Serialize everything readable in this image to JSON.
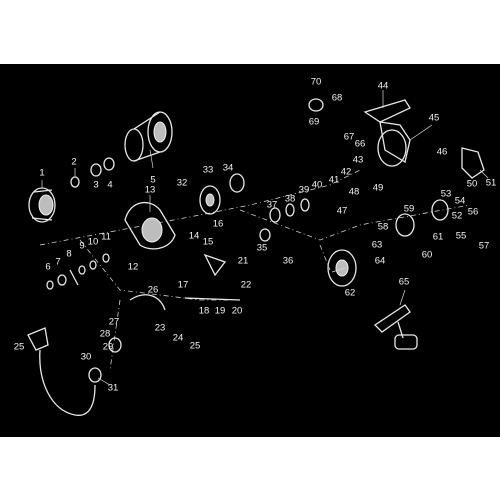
{
  "diagram": {
    "background": "#000000",
    "line_color": "#e8e8e8",
    "labels": [
      "1",
      "2",
      "3",
      "4",
      "5",
      "6",
      "7",
      "8",
      "9",
      "10",
      "11",
      "12",
      "13",
      "14",
      "15",
      "16",
      "17",
      "18",
      "19",
      "20",
      "21",
      "22",
      "23",
      "24",
      "25",
      "25",
      "26",
      "27",
      "28",
      "29",
      "30",
      "31",
      "32",
      "33",
      "34",
      "35",
      "36",
      "37",
      "38",
      "39",
      "40",
      "41",
      "42",
      "43",
      "44",
      "45",
      "46",
      "47",
      "48",
      "49",
      "50",
      "51",
      "52",
      "53",
      "54",
      "55",
      "56",
      "57",
      "58",
      "59",
      "60",
      "61",
      "62",
      "63",
      "64",
      "65",
      "66",
      "67",
      "68",
      "69",
      "70"
    ]
  }
}
